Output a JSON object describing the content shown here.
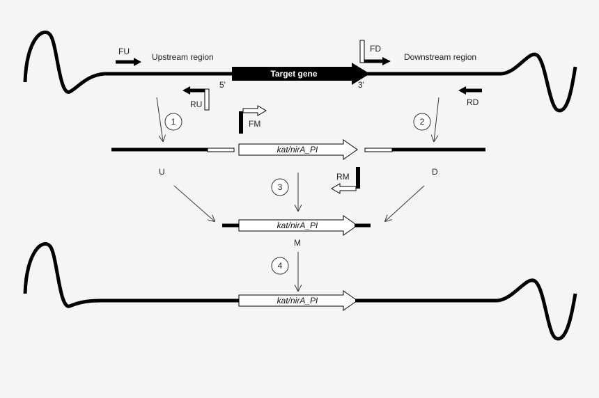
{
  "top_construct": {
    "upstream_label": "Upstream region",
    "downstream_label": "Downstream region",
    "target_gene_label": "Target gene",
    "five_prime": "5'",
    "three_prime": "3'"
  },
  "primers": {
    "fu": "FU",
    "ru": "RU",
    "fd": "FD",
    "rd": "RD",
    "fm": "FM",
    "rm": "RM"
  },
  "steps": [
    "1",
    "2",
    "3",
    "4"
  ],
  "fragments": {
    "u": "U",
    "d": "D",
    "m": "M",
    "cassette": "kat/nirA_PI"
  }
}
